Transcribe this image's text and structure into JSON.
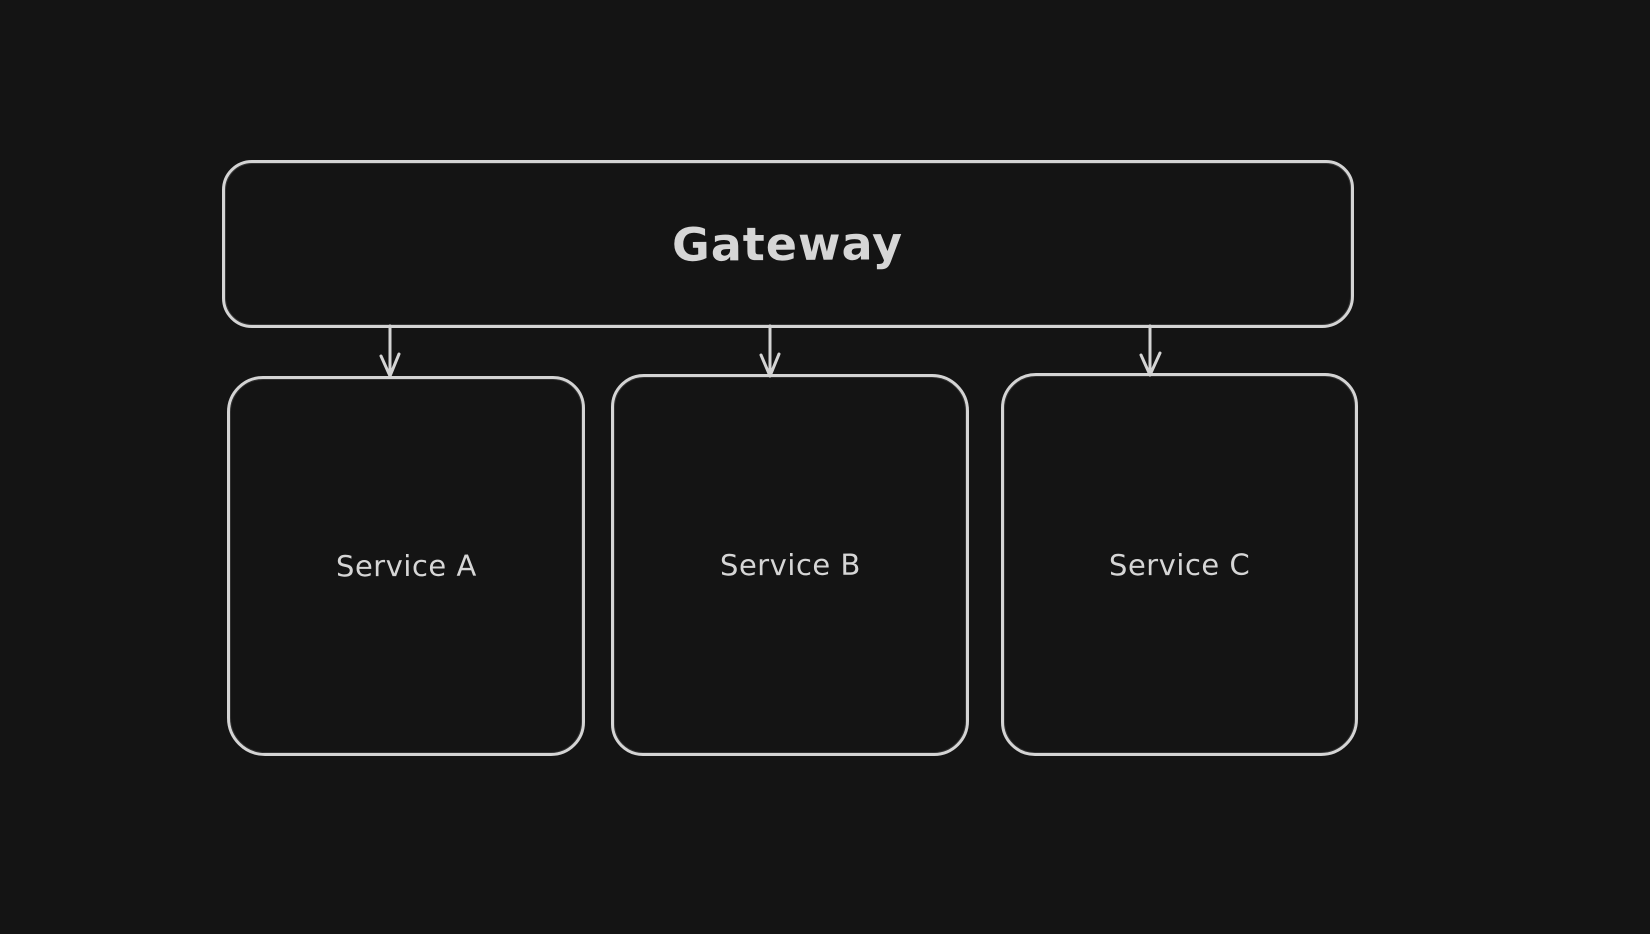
{
  "canvas": {
    "background_color": "#141414",
    "stroke_color": "#d4d4d4",
    "text_color": "#d6d6d6"
  },
  "diagram": {
    "gateway": {
      "label": "Gateway"
    },
    "services": [
      {
        "label": "Service A"
      },
      {
        "label": "Service B"
      },
      {
        "label": "Service C"
      }
    ],
    "arrows": [
      {
        "name": "gateway-to-service-a"
      },
      {
        "name": "gateway-to-service-b"
      },
      {
        "name": "gateway-to-service-c"
      }
    ]
  }
}
